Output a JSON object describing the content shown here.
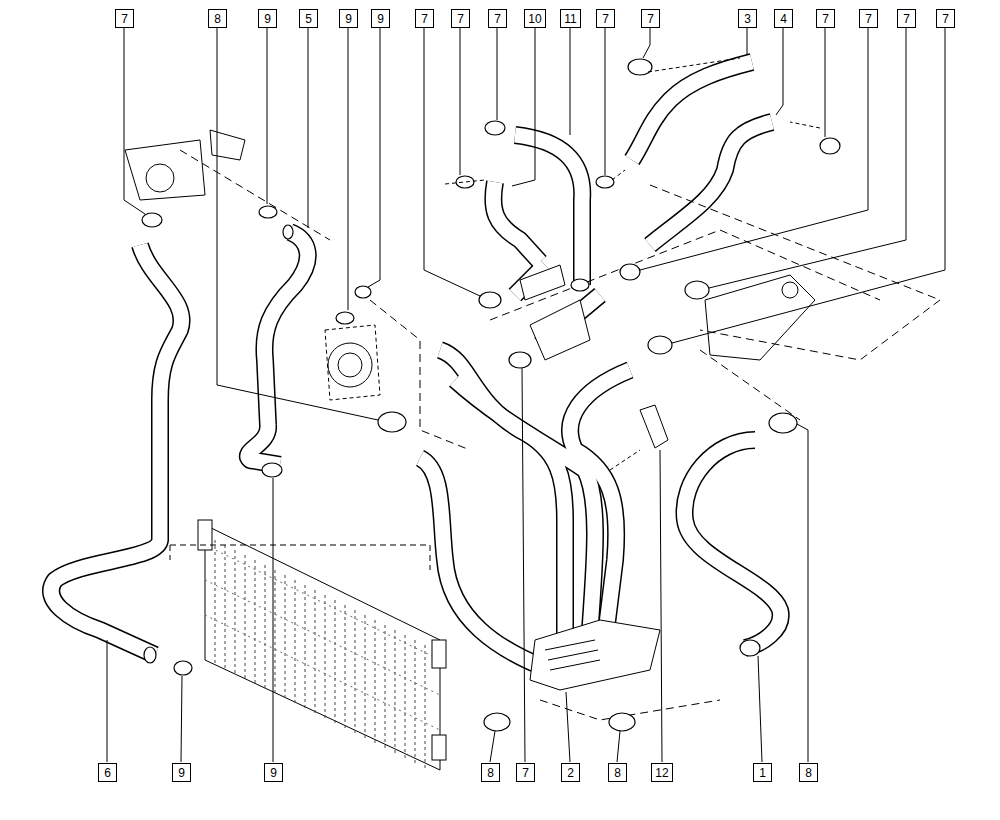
{
  "diagram": {
    "nodes": [
      {
        "text": [
          "7"
        ]
      },
      {
        "text": [
          "8"
        ]
      },
      {
        "text": [
          "9"
        ]
      },
      {
        "text": [
          "5"
        ]
      },
      {
        "text": [
          "9"
        ]
      },
      {
        "text": [
          "9"
        ]
      },
      {
        "text": [
          "7"
        ]
      },
      {
        "text": [
          "7"
        ]
      },
      {
        "text": [
          "7"
        ]
      },
      {
        "text": [
          "10"
        ]
      },
      {
        "text": [
          "11"
        ]
      },
      {
        "text": [
          "7"
        ]
      },
      {
        "text": [
          "7"
        ]
      },
      {
        "text": [
          "3"
        ]
      },
      {
        "text": [
          "4"
        ]
      },
      {
        "text": [
          "7"
        ]
      },
      {
        "text": [
          "7"
        ]
      },
      {
        "text": [
          "7"
        ]
      },
      {
        "text": [
          "7"
        ]
      },
      {
        "text": [
          "6"
        ]
      },
      {
        "text": [
          "9"
        ]
      },
      {
        "text": [
          "9"
        ]
      },
      {
        "text": [
          "8"
        ]
      },
      {
        "text": [
          "7"
        ]
      },
      {
        "text": [
          "2"
        ]
      },
      {
        "text": [
          "8"
        ]
      },
      {
        "text": [
          "12"
        ]
      },
      {
        "text": [
          "1"
        ]
      },
      {
        "text": [
          "8"
        ]
      }
    ]
  }
}
